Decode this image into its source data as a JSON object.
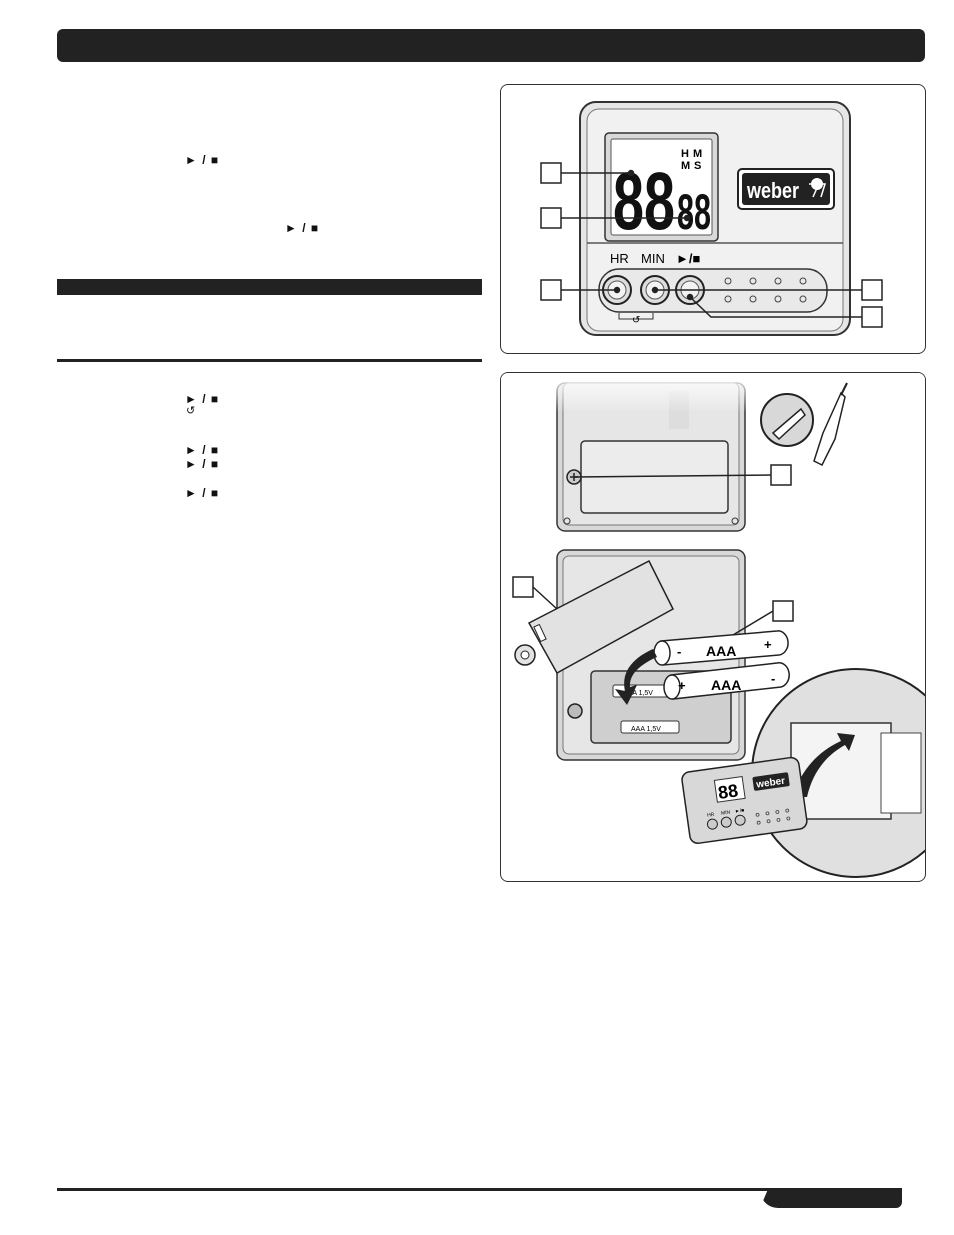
{
  "left_column": {
    "symbol_lines": [
      {
        "id": "s1",
        "text": "► / ■"
      },
      {
        "id": "s2",
        "text": "► / ■"
      },
      {
        "id": "s3",
        "text": "► / ■"
      },
      {
        "id": "s4",
        "text": "↺"
      },
      {
        "id": "s5",
        "text": "► / ■"
      },
      {
        "id": "s6",
        "text": "► / ■"
      },
      {
        "id": "s7",
        "text": "► / ■"
      }
    ]
  },
  "figure_timer": {
    "display_digits_large": "88",
    "display_digits_small": "88",
    "unit_labels": {
      "h": "H",
      "m_top": "M",
      "m_bottom": "M",
      "s": "S"
    },
    "brand_logo": "weber",
    "buttons": {
      "hr": "HR",
      "min": "MIN",
      "start_stop": "►/■"
    },
    "reset_symbol": "↺"
  },
  "figure_battery": {
    "battery_label_1": "AAA",
    "battery_label_2": "AAA",
    "plus_sign": "+",
    "minus_sign": "-",
    "slot_label_1": "AAA 1,5V",
    "slot_label_2": "AAA 1,5V",
    "mini_logo": "weber",
    "mini_buttons": {
      "hr": "HR",
      "min": "MIN",
      "start_stop": "►/■"
    }
  }
}
